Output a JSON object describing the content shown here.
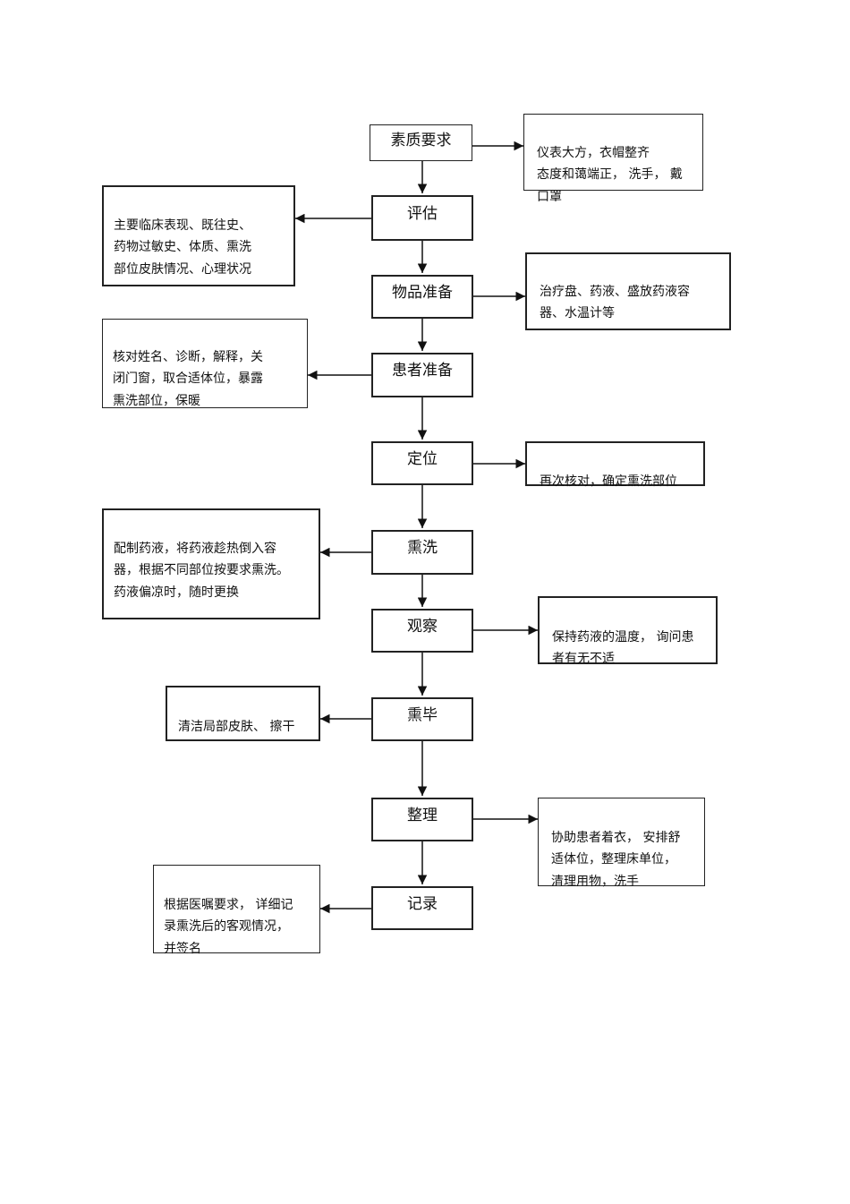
{
  "steps": [
    {
      "id": "s1",
      "label": "素质要求"
    },
    {
      "id": "s2",
      "label": "评估"
    },
    {
      "id": "s3",
      "label": "物品准备"
    },
    {
      "id": "s4",
      "label": "患者准备"
    },
    {
      "id": "s5",
      "label": "定位"
    },
    {
      "id": "s6",
      "label": "熏洗"
    },
    {
      "id": "s7",
      "label": "观察"
    },
    {
      "id": "s8",
      "label": "熏毕"
    },
    {
      "id": "s9",
      "label": "整理"
    },
    {
      "id": "s10",
      "label": "记录"
    }
  ],
  "notes": [
    {
      "id": "n1",
      "side": "right",
      "text": "仪表大方，衣帽整齐\n态度和蔼端正，   洗手，  戴\n口罩"
    },
    {
      "id": "n2",
      "side": "left",
      "text": "主要临床表现、既往史、\n药物过敏史、体质、熏洗\n部位皮肤情况、心理状况"
    },
    {
      "id": "n3",
      "side": "right",
      "text": "治疗盘、药液、盛放药液容\n器、水温计等"
    },
    {
      "id": "n4",
      "side": "left",
      "text": "核对姓名、诊断，解释，关\n闭门窗，取合适体位，暴露\n熏洗部位，保暖"
    },
    {
      "id": "n5",
      "side": "right",
      "text": "再次核对，确定熏洗部位"
    },
    {
      "id": "n6",
      "side": "left",
      "text": "配制药液，将药液趁热倒入容\n器，根据不同部位按要求熏洗。\n药液偏凉时，随时更换"
    },
    {
      "id": "n7",
      "side": "right",
      "text": "保持药液的温度，   询问患\n者有无不适"
    },
    {
      "id": "n8",
      "side": "left",
      "text": "清洁局部皮肤、   擦干"
    },
    {
      "id": "n9",
      "side": "right",
      "text": "协助患者着衣，   安排舒\n适体位，整理床单位，\n清理用物，洗手"
    },
    {
      "id": "n10",
      "side": "left",
      "text": "根据医嘱要求，   详细记\n录熏洗后的客观情况，\n并签名"
    }
  ]
}
